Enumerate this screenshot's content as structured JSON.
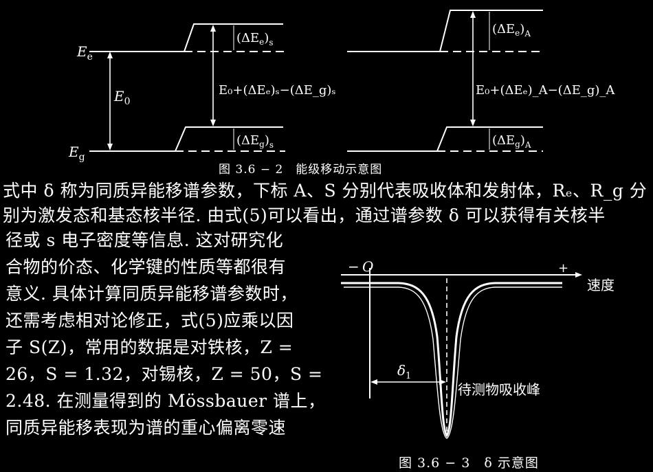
{
  "fig1": {
    "caption": "图 3.6 − 2　能级移动示意图",
    "left": {
      "label_Ee": "E",
      "label_Ee_sub": "e",
      "label_Eg": "E",
      "label_Eg_sub": "g",
      "label_E0": "E",
      "label_E0_sub": "0",
      "delta_e": "(ΔE",
      "delta_e_sub1": "e",
      "delta_e_sub2": "s",
      "delta_g": "(ΔE",
      "delta_g_sub1": "g",
      "delta_g_sub2": "s",
      "mid_formula": "E₀+(ΔEₑ)ₛ−(ΔE_g)ₛ"
    },
    "right": {
      "delta_e": "(ΔE",
      "delta_e_sub1": "e",
      "delta_e_sub2": "A",
      "delta_g": "(ΔE",
      "delta_g_sub1": "g",
      "delta_g_sub2": "A",
      "mid_formula": "E₀+(ΔEₑ)_A−(ΔE_g)_A"
    }
  },
  "text": {
    "line1": "式中 δ 称为同质异能移谱参数，下标 A、S 分别代表吸收体和发射体，Rₑ、R_g 分",
    "line2": "别为激发态和基态核半径. 由式(5)可以看出，通过谱参数 δ 可以获得有关核半",
    "wrap": [
      "径或 s 电子密度等信息. 这对研究化",
      "合物的价态、化学键的性质等都很有",
      "意义. 具体计算同质异能移谱参数时，",
      "还需考虑相对论修正，式(5)应乘以因",
      "子 S(Z)，常用的数据是对铁核，Z =",
      "26，S = 1.32，对锡核，Z = 50，S =",
      "2.48. 在测量得到的 Mössbauer 谱上，",
      "同质异能移表现为谱的重心偏离零速"
    ]
  },
  "fig2": {
    "minus": "−",
    "origin": "O",
    "plus": "+",
    "axis_label": "速度",
    "delta_label": "δ",
    "delta_sub": "1",
    "peak_label": "待测物吸收峰",
    "caption": "图 3.6 − 3　δ 示意图"
  }
}
